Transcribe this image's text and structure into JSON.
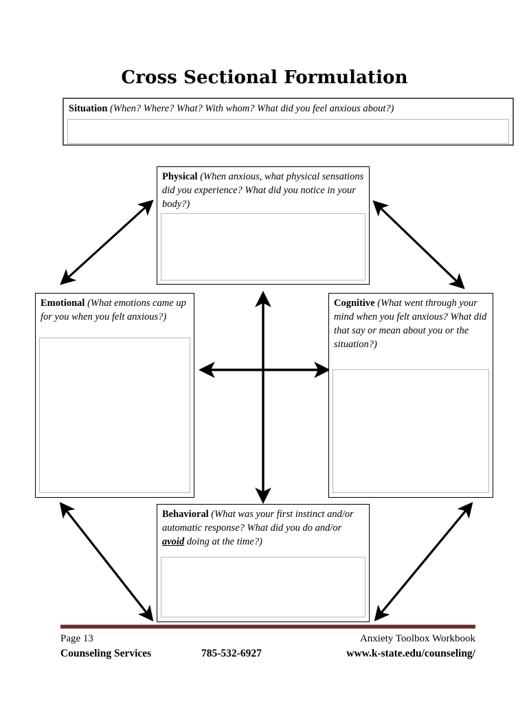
{
  "document": {
    "title": "Cross Sectional Formulation"
  },
  "boxes": {
    "situation": {
      "label": "Situation",
      "prompt": "(When? Where? What? With whom? What did you feel anxious about?)",
      "value": ""
    },
    "physical": {
      "label": "Physical",
      "prompt": "(When anxious, what physical sensations did you experience? What did you notice in your body?)",
      "value": ""
    },
    "emotional": {
      "label": "Emotional",
      "prompt": "(What emotions came up for you when you felt anxious?)",
      "value": ""
    },
    "cognitive": {
      "label": "Cognitive",
      "prompt": "(What went through your mind when you felt anxious? What did that say or mean about you or the situation?)",
      "value": ""
    },
    "behavioral": {
      "label": "Behavioral",
      "prompt_part1": "(What was your first instinct and/or automatic response?  What did you do and/or ",
      "prompt_emphasis": "avoid",
      "prompt_part2": " doing at the time?)",
      "value": ""
    }
  },
  "connectors": {
    "description": "Double-headed arrows linking Physical, Emotional, Cognitive and Behavioral boxes",
    "items": [
      "physical-emotional",
      "physical-cognitive",
      "emotional-behavioral",
      "cognitive-behavioral",
      "vertical-center",
      "horizontal-center"
    ]
  },
  "footer": {
    "rule_color": "#6d2b2d",
    "page_number": "Page 13",
    "organization": "Counseling Services",
    "phone": "785-532-6927",
    "workbook": "Anxiety Toolbox Workbook",
    "website": "www.k-state.edu/counseling/"
  }
}
